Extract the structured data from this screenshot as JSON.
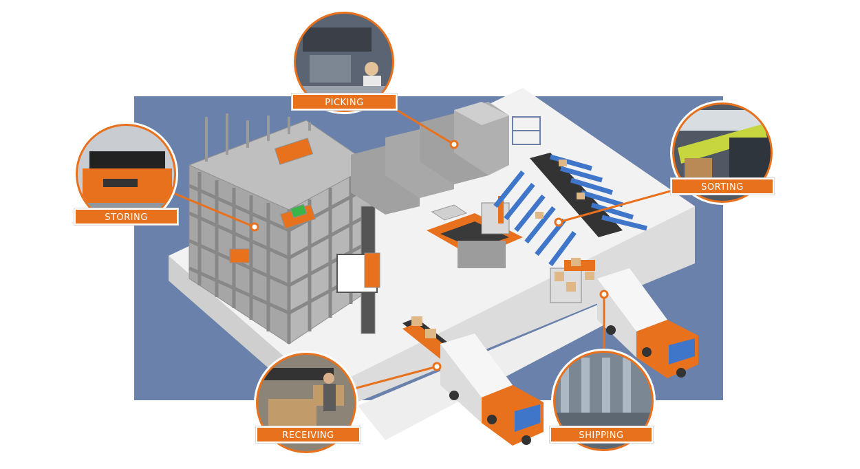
{
  "stations": {
    "picking": {
      "label": "PICKING",
      "icon": "operator-workstation-photo"
    },
    "storing": {
      "label": "STORING",
      "icon": "shuttle-vehicle-photo"
    },
    "sorting": {
      "label": "SORTING",
      "icon": "sorter-conveyor-photo"
    },
    "receiving": {
      "label": "RECEIVING",
      "icon": "goods-receiving-photo"
    },
    "shipping": {
      "label": "SHIPPING",
      "icon": "automated-shipping-photo"
    }
  },
  "colors": {
    "accent": "#e8711d",
    "background_panel": "#6a82ab",
    "floor": "#f1f1f1",
    "rack": "#a9a9a9",
    "conveyor_blue": "#3f76c9"
  }
}
